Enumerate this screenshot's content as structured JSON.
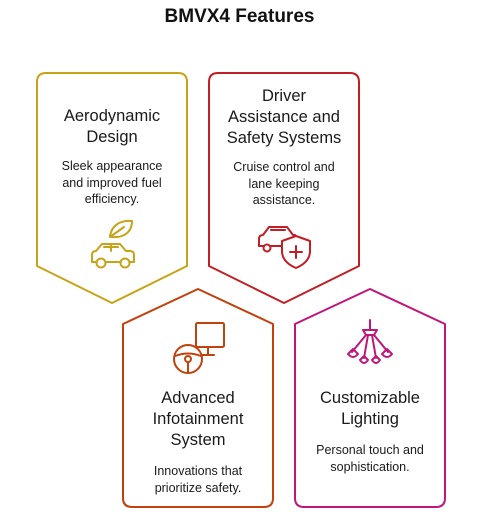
{
  "title": "BMVX4 Features",
  "cards": [
    {
      "heading_lines": [
        "Aerodynamic",
        "Design"
      ],
      "body_lines": [
        "Sleek appearance",
        "and improved fuel",
        "efficiency."
      ],
      "icon": "car-leaf-icon",
      "color": "#C8A318"
    },
    {
      "heading_lines": [
        "Driver",
        "Assistance and",
        "Safety Systems"
      ],
      "body_lines": [
        "Cruise control and",
        "lane keeping",
        "assistance."
      ],
      "icon": "car-shield-icon",
      "color": "#C21E26"
    },
    {
      "heading_lines": [
        "Advanced",
        "Infotainment",
        "System"
      ],
      "body_lines": [
        "Innovations that",
        "prioritize safety."
      ],
      "icon": "steering-wheel-screen-icon",
      "color": "#C2410C"
    },
    {
      "heading_lines": [
        "Customizable",
        "Lighting"
      ],
      "body_lines": [
        "Personal touch and",
        "sophistication."
      ],
      "icon": "chandelier-icon",
      "color": "#C0157A"
    }
  ]
}
